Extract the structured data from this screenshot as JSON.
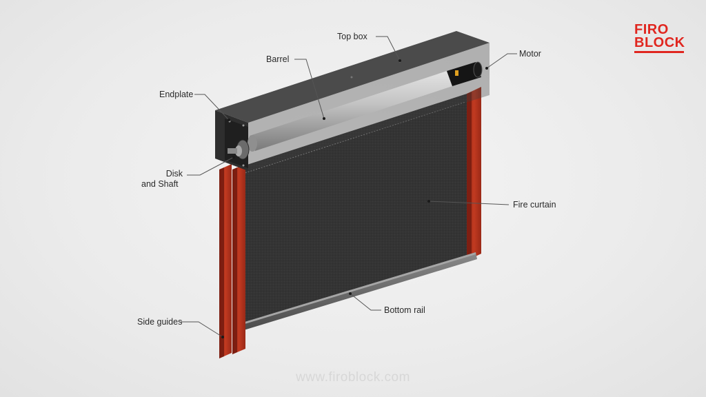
{
  "logo": {
    "line1": "FIRO",
    "line2": "BLOCK"
  },
  "labels": {
    "top_box": "Top box",
    "barrel": "Barrel",
    "motor": "Motor",
    "endplate": "Endplate",
    "disk_shaft_line1": "Disk",
    "disk_shaft_line2": "and Shaft",
    "fire_curtain": "Fire curtain",
    "bottom_rail": "Bottom rail",
    "side_guides": "Side guides"
  },
  "website": "www.firoblock.com",
  "colors": {
    "brand_red": "#e0261f",
    "guide_red": "#b3321d",
    "curtain": "#333333",
    "box": "#3a3a3a",
    "barrel": "#b9b9b9"
  }
}
